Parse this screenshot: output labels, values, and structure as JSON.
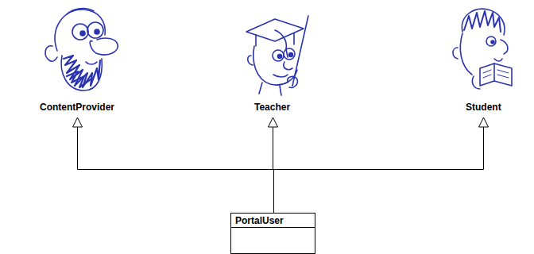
{
  "diagram": {
    "nodes": [
      {
        "text": [
          "ContentProvider"
        ]
      },
      {
        "text": [
          "Teacher"
        ]
      },
      {
        "text": [
          "Student"
        ]
      },
      {
        "text": [
          "PortalUser"
        ]
      }
    ],
    "edges": [
      {
        "from": 3,
        "to": 0,
        "arrow": "to"
      },
      {
        "from": 3,
        "to": 1,
        "arrow": "to"
      },
      {
        "from": 3,
        "to": 2,
        "arrow": "to"
      }
    ]
  }
}
